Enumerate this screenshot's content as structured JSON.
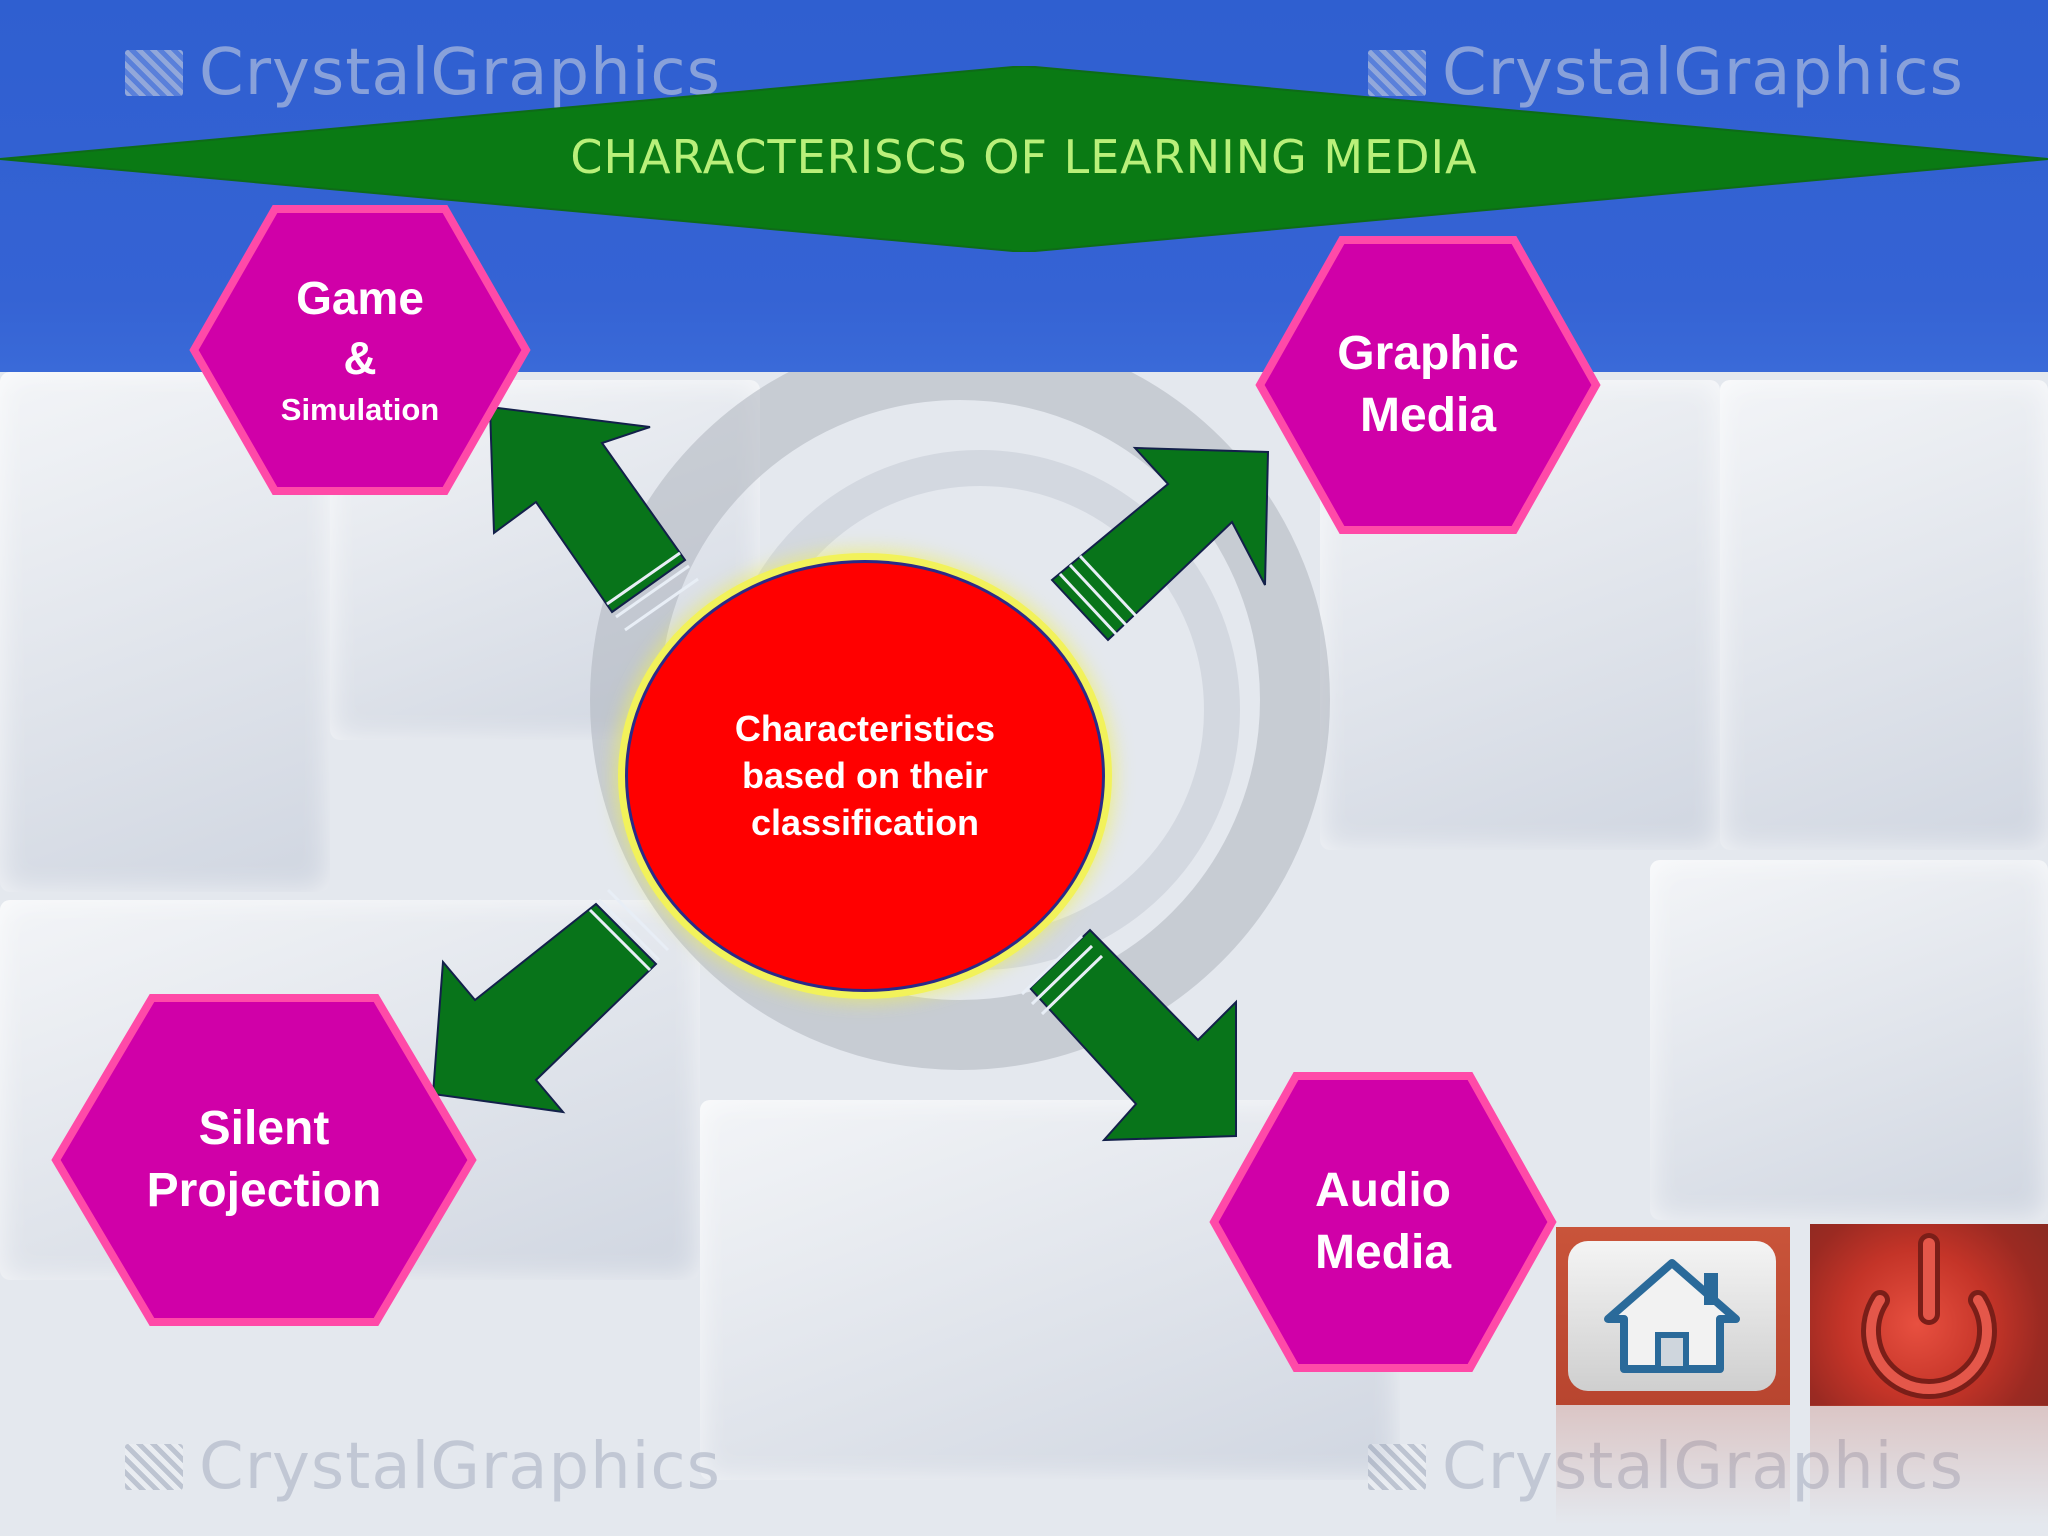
{
  "title": "CHARACTERISCS OF LEARNING MEDIA",
  "watermarks": [
    "CrystalGraphics",
    "CrystalGraphics",
    "CrystalGraphics",
    "CrystalGraphics"
  ],
  "center": {
    "lines": [
      "Characteristics",
      "based on their",
      "classification"
    ]
  },
  "nodes": {
    "game": {
      "line1": "Game",
      "line2": "&",
      "line3": "Simulation"
    },
    "graphic": {
      "line1": "Graphic",
      "line2": "Media"
    },
    "silent": {
      "line1": "Silent",
      "line2": "Projection"
    },
    "audio": {
      "line1": "Audio",
      "line2": "Media"
    }
  },
  "nav": {
    "home_icon": "home-icon",
    "power_icon": "power-icon"
  },
  "colors": {
    "banner": "#0a7a14",
    "banner_text": "#b9f07a",
    "hexagon_fill": "#d000a8",
    "hexagon_border": "#ff3aa0",
    "center_fill": "#ff0000",
    "center_glow": "#f2f25a",
    "arrow_fill": "#08741a",
    "top_band": "#3563d4"
  }
}
